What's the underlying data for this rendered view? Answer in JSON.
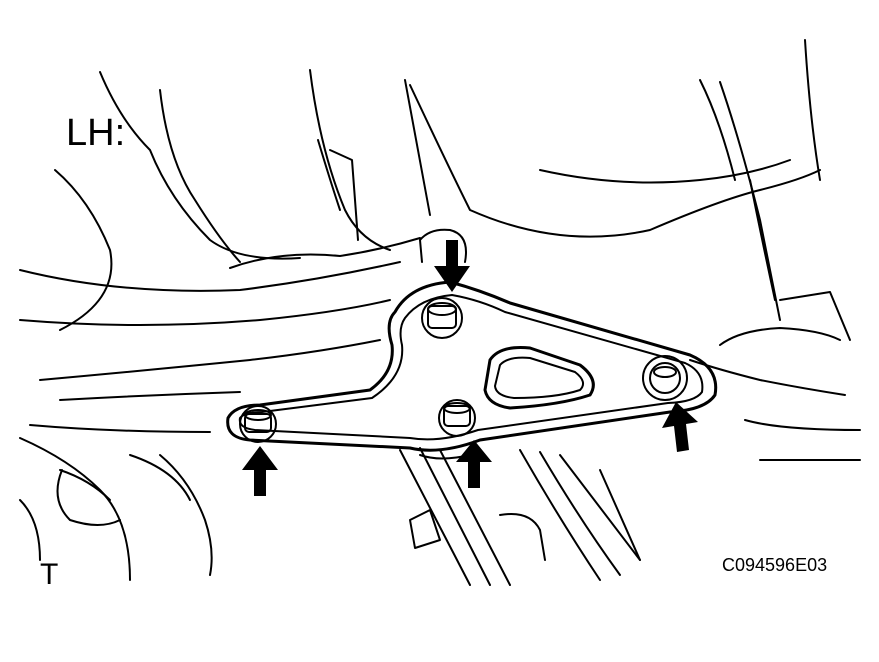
{
  "diagram": {
    "side_label": "LH:",
    "corner_mark": "T",
    "figure_code": "C094596E03",
    "line_color": "#000000",
    "background_color": "#ffffff",
    "arrow_count": 4,
    "bolt_count": 4
  }
}
